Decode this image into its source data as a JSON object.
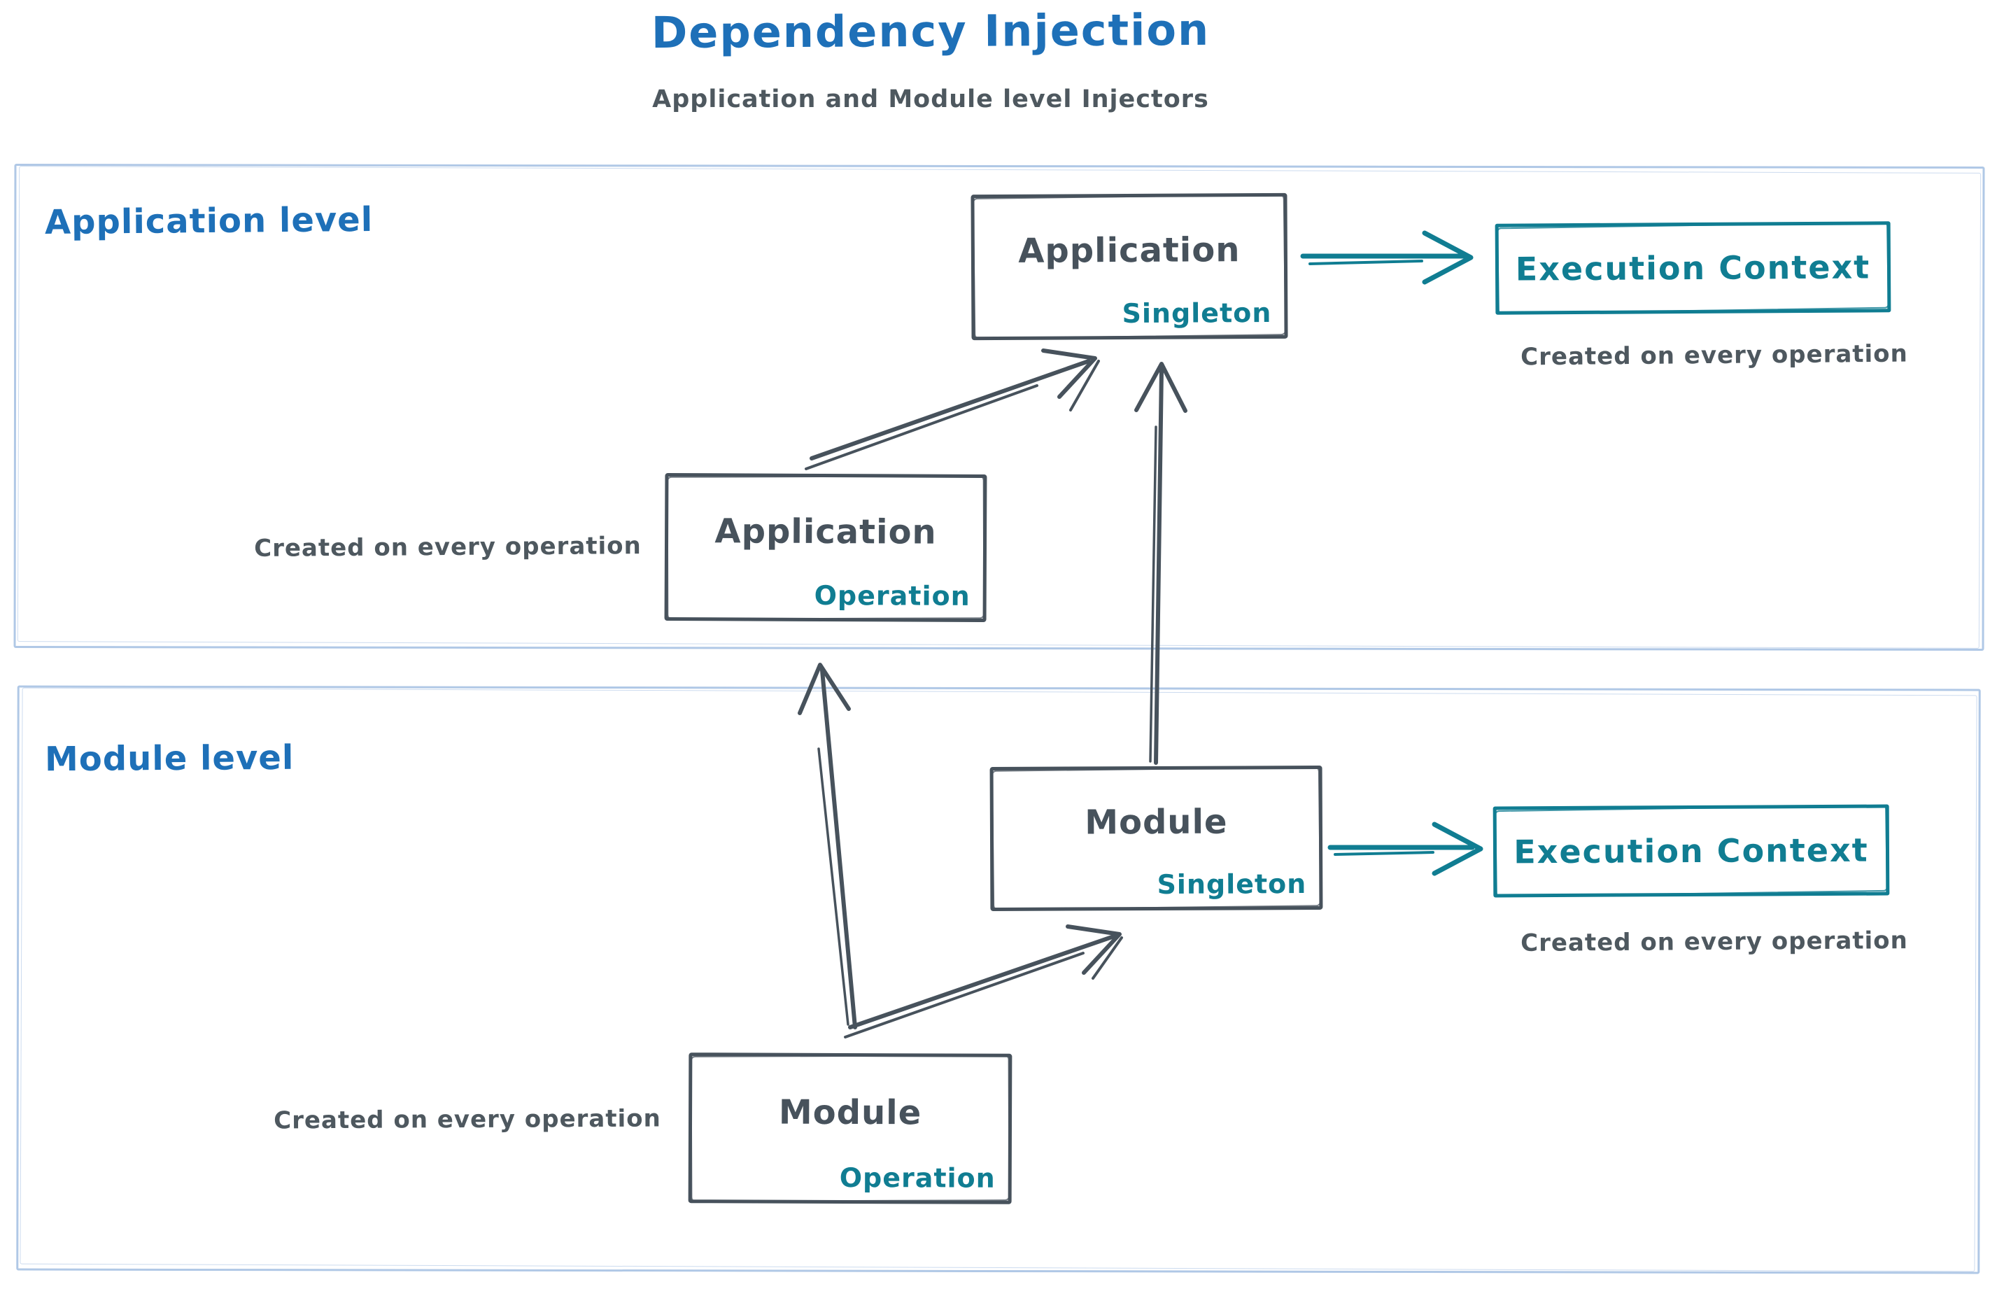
{
  "header": {
    "title": "Dependency Injection",
    "subtitle": "Application and Module level Injectors"
  },
  "colors": {
    "title_blue": "#1e70b8",
    "ink": "#47525c",
    "teal": "#107d92",
    "container_border": "#b0c8e6",
    "background": "#ffffff"
  },
  "application": {
    "label": "Application level",
    "singleton_box": {
      "name": "Application",
      "scope": "Singleton"
    },
    "operation_box": {
      "name": "Application",
      "scope": "Operation"
    },
    "operation_caption": "Created on every operation",
    "execution_context": {
      "label": "Execution Context",
      "caption": "Created on every operation"
    }
  },
  "module": {
    "label": "Module level",
    "singleton_box": {
      "name": "Module",
      "scope": "Singleton"
    },
    "operation_box": {
      "name": "Module",
      "scope": "Operation"
    },
    "operation_caption": "Created on every operation",
    "execution_context": {
      "label": "Execution Context",
      "caption": "Created on every operation"
    }
  }
}
